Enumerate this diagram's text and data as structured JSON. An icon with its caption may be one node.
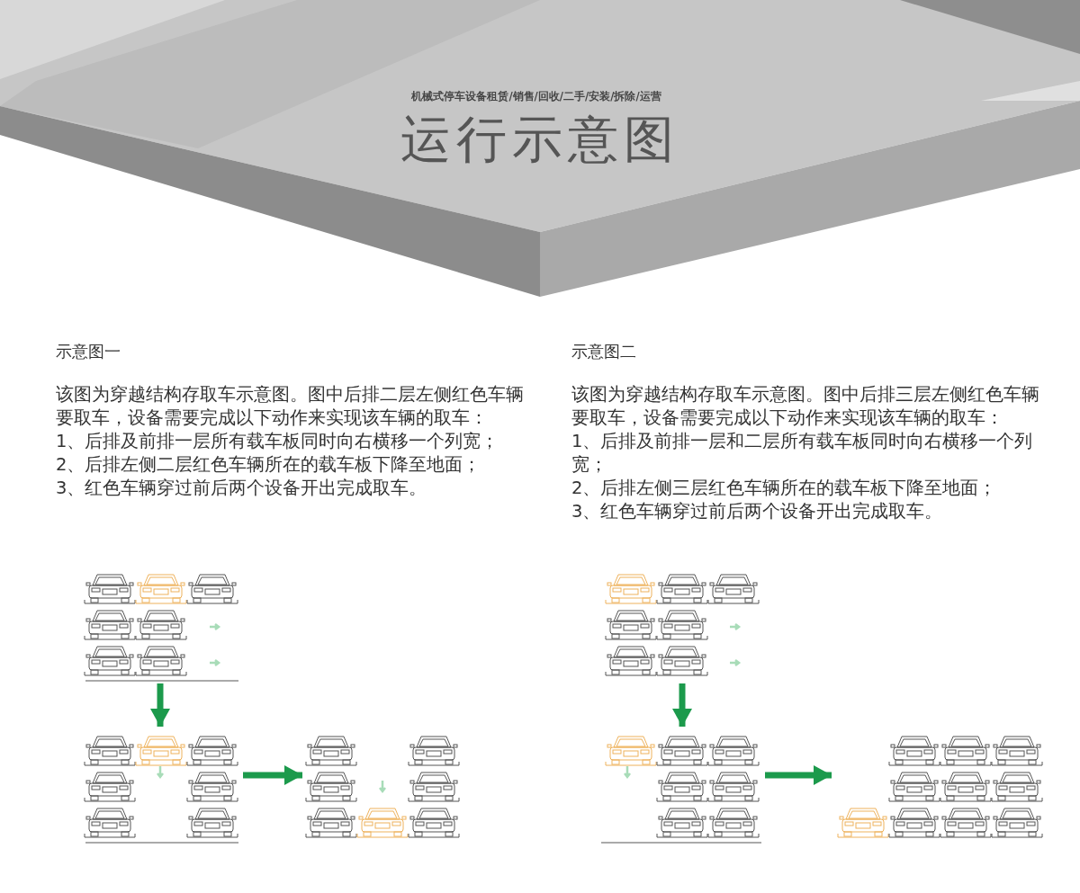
{
  "diagram": {
    "title": "运行示意图",
    "nodes": [
      {
        "text": [],
        "shape": "picture"
      },
      {
        "text": [],
        "shape": "picture"
      },
      {
        "text": [],
        "shape": "picture"
      },
      {
        "text": [],
        "shape": "picture"
      },
      {
        "text": [],
        "shape": "picture"
      },
      {
        "text": [],
        "shape": "picture"
      }
    ],
    "edges": [
      {
        "from": 0,
        "to": 1,
        "arrow": "to"
      },
      {
        "from": 1,
        "to": 2,
        "arrow": "to"
      },
      {
        "from": 3,
        "to": 4,
        "arrow": "to"
      },
      {
        "from": 4,
        "to": 5,
        "arrow": "to"
      }
    ],
    "labels": [
      "机械式停车设备租赁/销售/回收/二手/安装/拆除/运营",
      "示意图一",
      "该图为穿越结构存取车示意图。图中后排二层左侧红色车辆要取车，设备需要完成以下动作来实现该车辆的取车：",
      "1、后排及前排一层所有载车板同时向右横移一个列宽；",
      "2、后排左侧二层红色车辆所在的载车板下降至地面；",
      "3、红色车辆穿过前后两个设备开出完成取车。",
      "示意图二",
      "该图为穿越结构存取车示意图。图中后排三层左侧红色车辆要取车，设备需要完成以下动作来实现该车辆的取车：",
      "1、后排及前排一层和二层所有载车板同时向右横移一个列宽；",
      "2、后排左侧三层红色车辆所在的载车板下降至地面；",
      "3、红色车辆穿过前后两个设备开出完成取车。"
    ]
  }
}
